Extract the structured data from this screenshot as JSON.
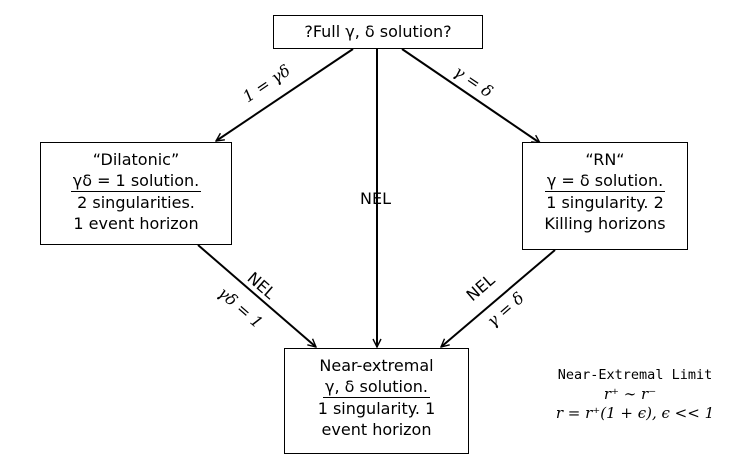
{
  "nodes": {
    "top": {
      "lines": [
        "?Full γ, δ solution?"
      ]
    },
    "left": {
      "lines": [
        "“Dilatonic”",
        "γδ = 1 solution.",
        "2 singularities.",
        "1 event horizon"
      ]
    },
    "right": {
      "lines": [
        "“RN“",
        "γ = δ solution.",
        "1 singularity. 2",
        "Killing horizons"
      ]
    },
    "bottom": {
      "lines": [
        "Near-extremal",
        "γ, δ solution.",
        "1 singularity. 1",
        "event horizon"
      ]
    }
  },
  "edges": {
    "top_left": "1 = γδ",
    "top_right": "γ = δ",
    "top_bottom": "NEL",
    "left_bottom_nel": "NEL",
    "left_bottom_cond": "γδ = 1",
    "right_bottom_nel": "NEL",
    "right_bottom_cond": "γ = δ"
  },
  "legend": {
    "title": "Near-Extremal Limit",
    "line1": "r⁺ ∼ r⁻",
    "line2": "r = r⁺(1 + ϵ), ϵ << 1"
  }
}
